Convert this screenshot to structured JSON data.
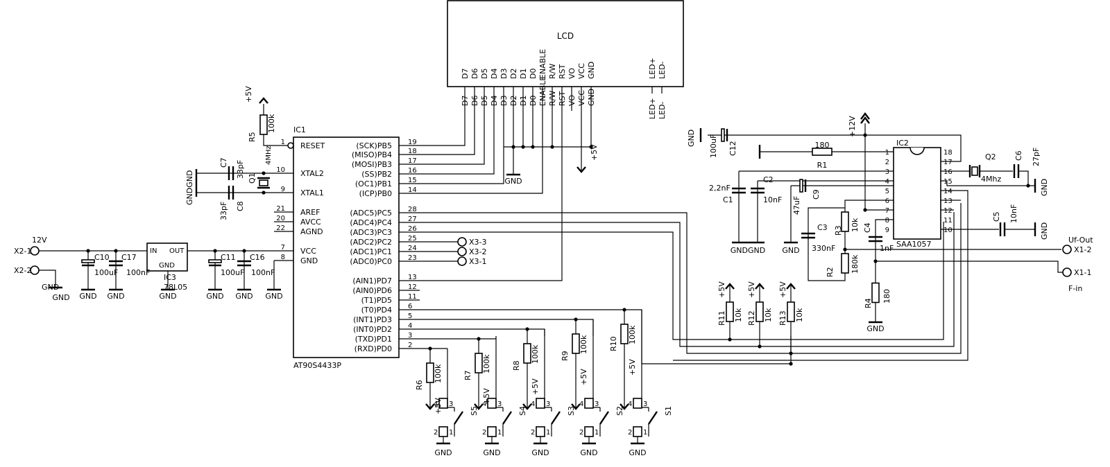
{
  "lcd": {
    "title": "LCD",
    "pins": [
      "D7",
      "D6",
      "D5",
      "D4",
      "D3",
      "D2",
      "D1",
      "D0",
      "ENABLE",
      "R/W",
      "RST",
      "VO",
      "VCC",
      "GND"
    ],
    "led_pins": [
      "LED+",
      "LED-"
    ]
  },
  "ic1": {
    "ref": "IC1",
    "part": "AT90S4433P",
    "left_pins": [
      {
        "name": "RESET",
        "num": "1"
      },
      {
        "name": "XTAL2",
        "num": "10"
      },
      {
        "name": "XTAL1",
        "num": "9"
      },
      {
        "name": "AREF",
        "num": "21"
      },
      {
        "name": "AVCC",
        "num": "20"
      },
      {
        "name": "AGND",
        "num": "22"
      },
      {
        "name": "VCC",
        "num": "7"
      },
      {
        "name": "GND",
        "num": "8"
      }
    ],
    "right_pins": [
      {
        "name": "(SCK)PB5",
        "num": "19"
      },
      {
        "name": "(MISO)PB4",
        "num": "18"
      },
      {
        "name": "(MOSI)PB3",
        "num": "17"
      },
      {
        "name": "(SS)PB2",
        "num": "16"
      },
      {
        "name": "(OC1)PB1",
        "num": "15"
      },
      {
        "name": "(ICP)PB0",
        "num": "14"
      },
      {
        "name": "(ADC5)PC5",
        "num": "28"
      },
      {
        "name": "(ADC4)PC4",
        "num": "27"
      },
      {
        "name": "(ADC3)PC3",
        "num": "26"
      },
      {
        "name": "(ADC2)PC2",
        "num": "25"
      },
      {
        "name": "(ADC1)PC1",
        "num": "24"
      },
      {
        "name": "(ADC0)PC0",
        "num": "23"
      },
      {
        "name": "(AIN1)PD7",
        "num": "13"
      },
      {
        "name": "(AIN0)PD6",
        "num": "12"
      },
      {
        "name": "(T1)PD5",
        "num": "11"
      },
      {
        "name": "(T0)PD4",
        "num": "6"
      },
      {
        "name": "(INT1)PD3",
        "num": "5"
      },
      {
        "name": "(INT0)PD2",
        "num": "4"
      },
      {
        "name": "(TXD)PD1",
        "num": "3"
      },
      {
        "name": "(RXD)PD0",
        "num": "2"
      }
    ]
  },
  "ic2": {
    "ref": "IC2",
    "part": "SAA1057",
    "left_nums": [
      "1",
      "2",
      "3",
      "4",
      "5",
      "6",
      "7",
      "8",
      "9"
    ],
    "right_nums": [
      "18",
      "17",
      "16",
      "15",
      "14",
      "13",
      "12",
      "11",
      "10"
    ]
  },
  "labels": {
    "gnd": "GND",
    "plus5v": "+5V",
    "plus12v": "+12V",
    "v12": "12V",
    "ic3_ref": "IC3",
    "ic3_part": "78L05",
    "ic3_in": "IN",
    "ic3_out": "OUT",
    "ic3_gnd": "GND",
    "x2_1": "X2-1",
    "x2_2": "X2-2",
    "x1_1": "X1-1",
    "x1_2": "X1-2",
    "x3_1": "X3-1",
    "x3_2": "X3-2",
    "x3_3": "X3-3",
    "uf_out": "Uf-Out",
    "f_in": "F-in",
    "gndgnd": "GNDGND"
  },
  "parts": {
    "R1": {
      "ref": "R1",
      "val": "180"
    },
    "R2": {
      "ref": "R2",
      "val": "180k"
    },
    "R3": {
      "ref": "R3",
      "val": "10k"
    },
    "R4": {
      "ref": "R4",
      "val": "180"
    },
    "R5": {
      "ref": "R5",
      "val": "100k"
    },
    "R6": {
      "ref": "R6",
      "val": "100k"
    },
    "R7": {
      "ref": "R7",
      "val": "100k"
    },
    "R8": {
      "ref": "R8",
      "val": "100k"
    },
    "R9": {
      "ref": "R9",
      "val": "100k"
    },
    "R10": {
      "ref": "R10",
      "val": "100k"
    },
    "R11": {
      "ref": "R11",
      "val": "10k"
    },
    "R12": {
      "ref": "R12",
      "val": "10k"
    },
    "R13": {
      "ref": "R13",
      "val": "10k"
    },
    "C1": {
      "ref": "C1",
      "val": "2,2nF"
    },
    "C2": {
      "ref": "C2",
      "val": "10nF"
    },
    "C3": {
      "ref": "C3",
      "val": "330nF"
    },
    "C4": {
      "ref": "C4",
      "val": "1nF"
    },
    "C5": {
      "ref": "C5",
      "val": "10nF"
    },
    "C6": {
      "ref": "C6",
      "val": "27pF"
    },
    "C7": {
      "ref": "C7",
      "val": "33pF"
    },
    "C8": {
      "ref": "C8",
      "val": "33pF"
    },
    "C9": {
      "ref": "C9",
      "val": "47uF"
    },
    "C10": {
      "ref": "C10",
      "val": "100uF"
    },
    "C11": {
      "ref": "C11",
      "val": "100uF"
    },
    "C12": {
      "ref": "C12",
      "val": "100uF"
    },
    "C16": {
      "ref": "C16",
      "val": "100nF"
    },
    "C17": {
      "ref": "C17",
      "val": "100nF"
    },
    "Q1": {
      "ref": "Q1",
      "val": "4MHz"
    },
    "Q2": {
      "ref": "Q2",
      "val": "4Mhz"
    }
  },
  "switches": [
    {
      "ref": "S5",
      "pins": [
        "4",
        "3",
        "2",
        "1"
      ]
    },
    {
      "ref": "S4",
      "pins": [
        "4",
        "3",
        "2",
        "1"
      ]
    },
    {
      "ref": "S3",
      "pins": [
        "4",
        "3",
        "2",
        "1"
      ]
    },
    {
      "ref": "S2",
      "pins": [
        "4",
        "3",
        "2",
        "1"
      ]
    },
    {
      "ref": "S1",
      "pins": [
        "4",
        "3",
        "2",
        "1"
      ]
    }
  ]
}
